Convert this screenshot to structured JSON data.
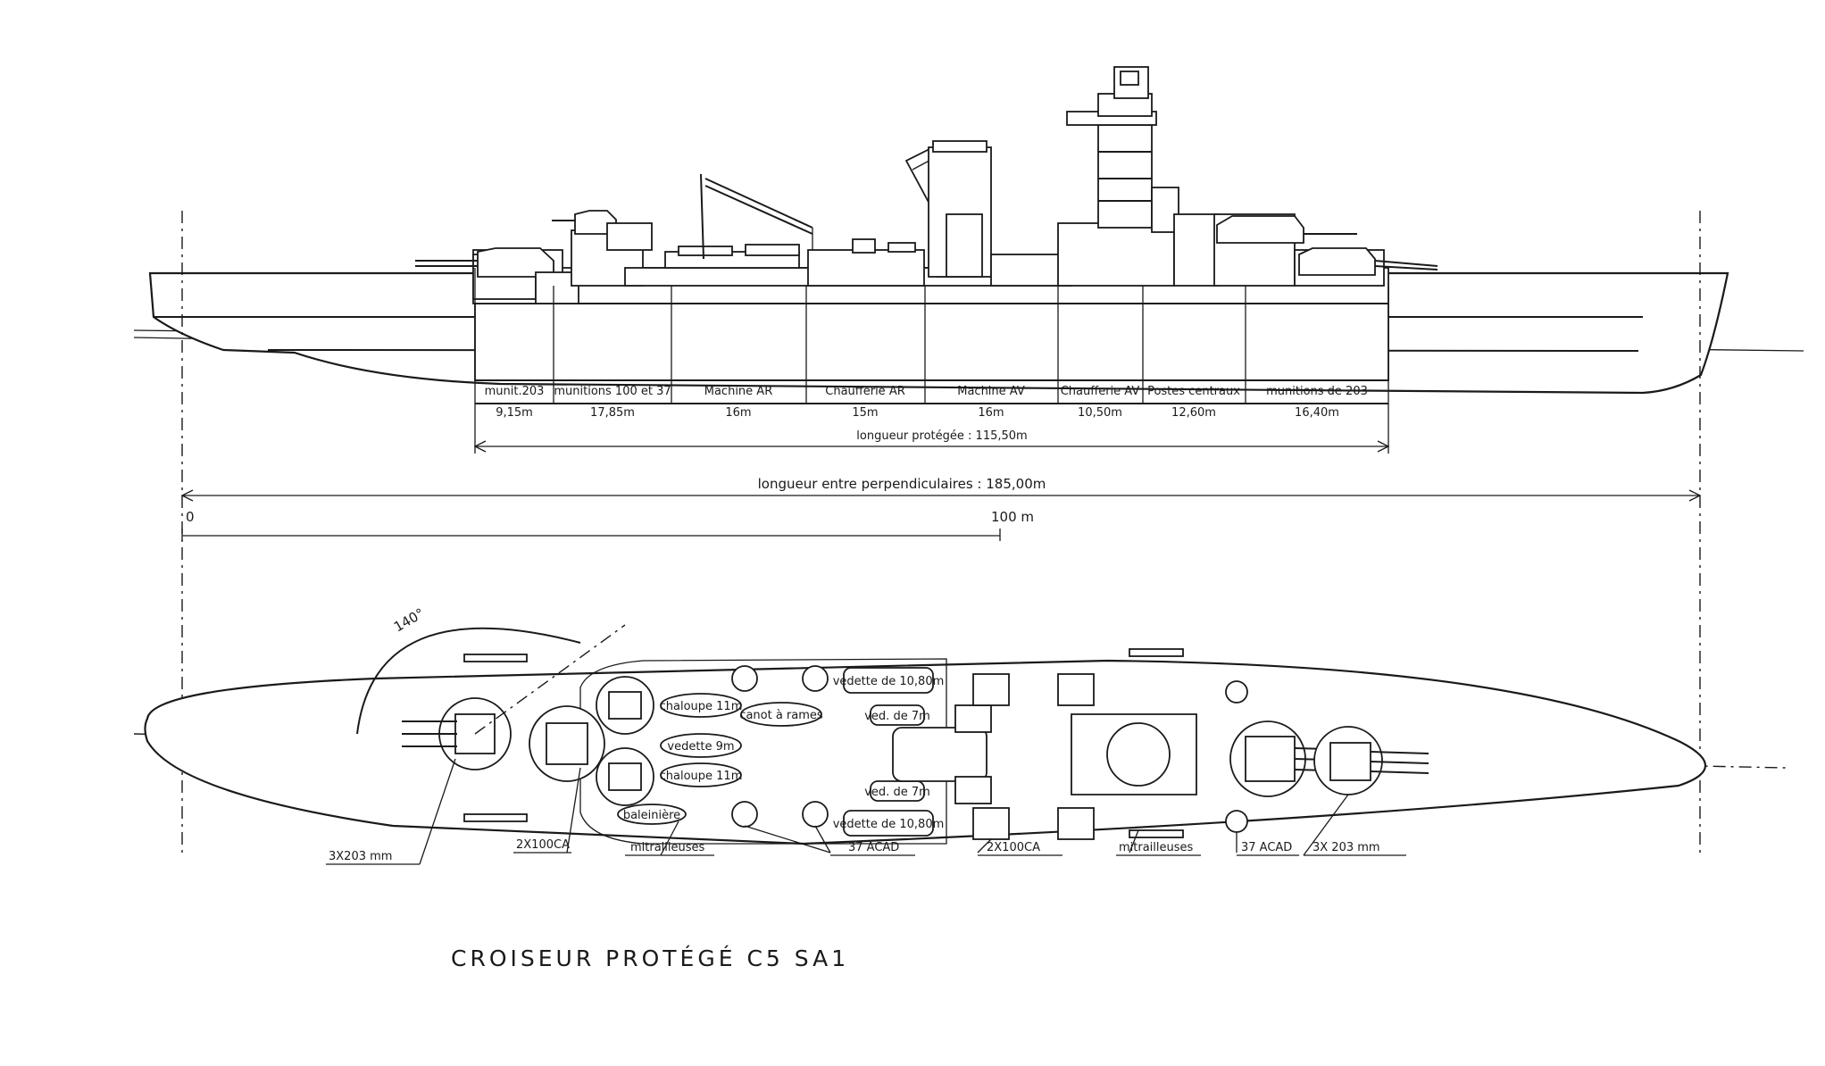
{
  "title": "CROISEUR PROTÉGÉ  C5 SA1",
  "compartments": [
    {
      "name": "munit.203",
      "length": "9,15m"
    },
    {
      "name": "munitions 100 et 37",
      "length": "17,85m"
    },
    {
      "name": "Machine  AR",
      "length": "16m"
    },
    {
      "name": "Chaufferie  AR",
      "length": "15m"
    },
    {
      "name": "Machine  AV",
      "length": "16m"
    },
    {
      "name": "Chaufferie AV",
      "length": "10,50m"
    },
    {
      "name": "Postes centraux",
      "length": "12,60m"
    },
    {
      "name": "munitions de 203",
      "length": "16,40m"
    }
  ],
  "dimensions": {
    "protected_length": "longueur protégée : 115,50m",
    "length_between_perpendiculars": "longueur entre perpendiculaires : 185,00m",
    "scale_start": "0",
    "scale_end": "100 m"
  },
  "plan_view": {
    "firing_arc": "140°",
    "boats": [
      "chaloupe 11m",
      "vedette 9m",
      "chaloupe 11m",
      "baleinière",
      "canot à rames",
      "vedette de 10,80m",
      "ved. de 7m",
      "ved. de 7m",
      "vedette de 10,80m"
    ],
    "callouts": [
      "3X203 mm",
      "2X100CA",
      "mitrailleuses",
      "37 ACAD",
      "2X100CA",
      "mitrailleuses",
      "37 ACAD",
      "3X 203 mm"
    ]
  }
}
